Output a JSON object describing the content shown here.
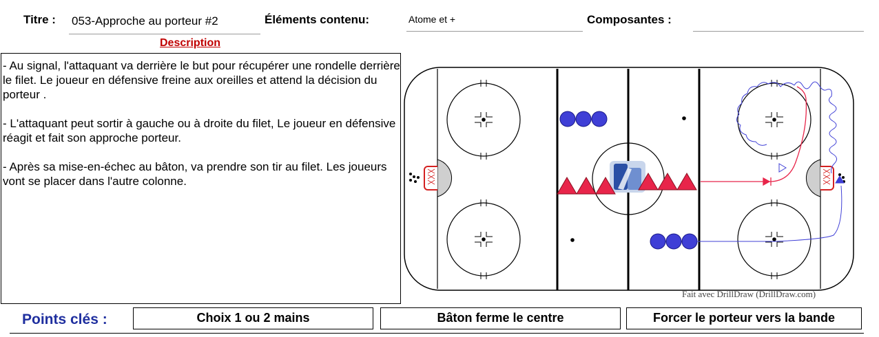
{
  "header": {
    "title_label": "Titre :",
    "title_value": "053-Approche au porteur #2",
    "content_label": "Éléments contenu:",
    "content_value": "Atome et +",
    "components_label": "Composantes :",
    "components_value": ""
  },
  "description": {
    "heading": "Description",
    "paragraphs": [
      "- Au signal,  l'attaquant va derrière le but pour récupérer une rondelle derrière le filet.  Le joueur en défensive freine aux oreilles et attend la décision du porteur .",
      "-  L'attaquant peut sortir à gauche ou à droite du filet, Le joueur en défensive réagit et fait son approche porteur.",
      "- Après sa mise-en-échec au bâton,  va prendre son tir au filet. Les joueurs vont se placer dans l'autre colonne."
    ]
  },
  "key_points": {
    "label": "Points clés :",
    "items": [
      "Choix 1 ou 2 mains",
      "Bâton ferme le centre",
      "Forcer le porteur vers la bande"
    ]
  },
  "diagram": {
    "credit": "Fait avec DrillDraw (DrillDraw.com)",
    "colors": {
      "attacker": "#e8254a",
      "defender": "#3f3fd6",
      "crease": "#cfcfcf",
      "net": "#d42020",
      "line": "#000000"
    },
    "icons": [
      "hockey-rink",
      "hockey-logo-icon",
      "puck-pile-icon",
      "attacker-triangle-icon",
      "defender-circle-icon"
    ]
  }
}
